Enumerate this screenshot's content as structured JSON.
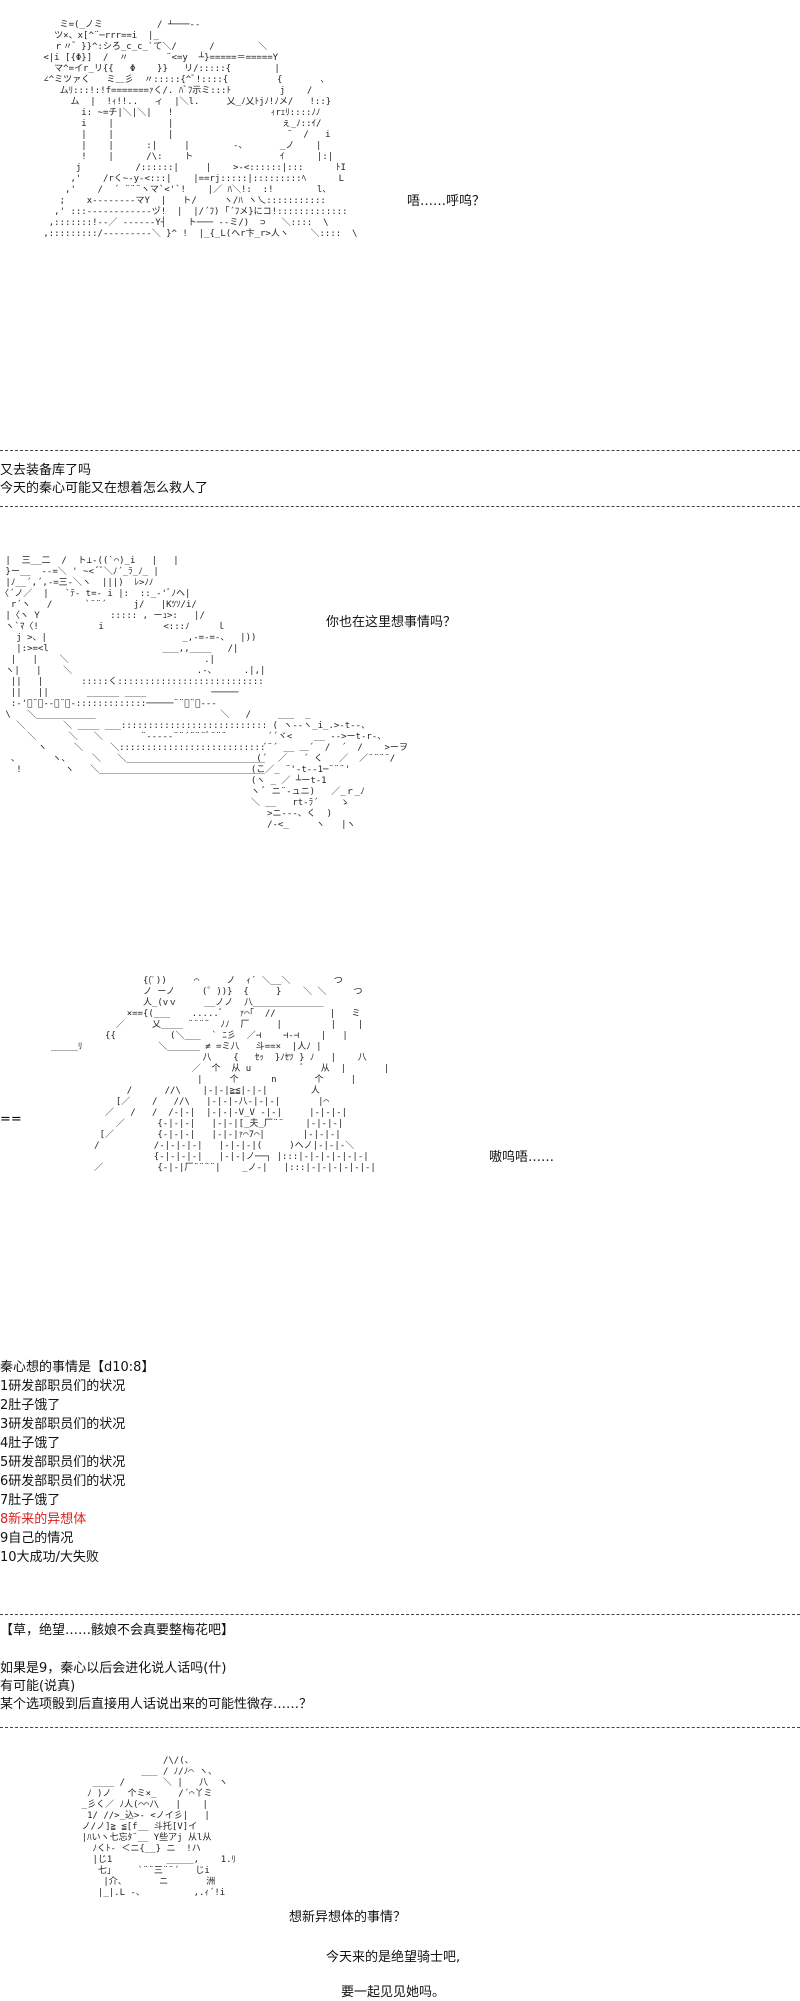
{
  "section1": {
    "art": "           ミ=(_ノミ          / ┴───-- \n          ツ×、x[^¨─rrr==i  |_\n          ｒ〃゛}}^:シろ_c_c_`て＼/      /        ＼\n        <|i [{Φ}]  /  〃       ¨<=y  ┴}=====＝=====Y\n          マ^=イr_リ{{   Φ    }}   リ/:::::{        |         \n        ∠^ミツァく   ミ＿彡  〃:::::{^ﾞ!::::{         {       、\n           ムﾘ:::!:!f=======ｧく/. ﾊﾞﾌ示ミ:::ﾄ         j    /   \n             ム  |  !ｨ!!..   ィ  |＼l.     乂_ﾉ乂ﾄjﾉ!ﾉメ/   !::}\n               i: ~=チ|＼|＼|   !                  ｨrｪﾘ::::ﾉﾉ\n               i    |          |                    ぇ_ﾉ::ｲ/\n               |    |          |                     ¨  /   i\n               |    |      :|     |        -、      _ノ    |\n               !    |      /\\:    ト                ｲ      |:|\n              j          /::::::|     |    >-<::::::|:::      ﾄI\n             ,'    /rく~-y-<:::|    |==rj:::::|:::::::::ﾍ      L\n            ,'    /  ´ ¨¨¨ヽマ`<'`!    |／ ﾊ＼!:  :!        l、\n           ;    x--------マY  |   ト/     ヽ/ﾊ ヽ乀:::::::::::\n          ,' :::------------ヅ!  |  |/´ﾌ) ｢´ﾌメ}にコ!:::::::::::::\n         ,:::::::!--／ ------Y┤    ト─── --ミ/)  ⊃   ＼::::  \\\n        ,:::::::::/---------＼ }^ !  |_{_L(ヘr卞_r>人ヽ    ＼::::  \\",
    "speech": "唔……呼呜？"
  },
  "narration1": [
    "又去装备库了吗",
    "今天的秦心可能又在想着怎么救人了"
  ],
  "section2": {
    "art": " |  三__二  /  ト⊥-((`⌒)_i   |   |\n }ー__  --=＼ ' ~<´ﾞ＼ﾉ´_ﾗ_ﾉ_ |\n |ﾉ__´,´,-=三-＼ヽ  |||)  ﾚ>ﾉﾉ\n〈´ノ／  |   `ﾃ‐ t=‐ i |:  ::_-'ﾞﾉヘ|\n  r´ヽ   /      `¨¨´     j/   |Kﾂｿ/i/\n |〈ヽ Y             ::::: , ーｭ>:   |/\n ヽ`ﾏ〈!           i           <:::ﾉ     ｌ\n   j >、|                         _,-=-=-、  |))\n   |:>=<l                     ___,,____   /|\n  |   |    ＼                         .|          |||\n ヽ|   |    ＼                       .-、     .|,|             \n  ||   |       :::::く:::::::::::::::::::::::::::::::::::::: ´     |_\n  ||   ||       ______ ____            ─────\n  :-'ﾞ¨ﾞ-‐ﾞ¨ﾞ-:::::::::::::─────¨¨ﾞ¨ﾞ-‐-\n \\   ＼___________                       ＼   /\n   ＼       ＼ ____ ___:::::::::::::::::::::::::::::_______\n     ＼      ＼   ＼       ¨-----¨¨´¨¨¨ﾞ¨¨¨       /\n       ヽ     ＼     ＼::::::::::::::::::::::::::::::::::::::::::::/\n  、      ヽ、    ＼   ＼___________________________/\n   !        ヽ   ＼___________________________________/",
    "art_side": "       ___  _\n      ( ヽ--ヽ_i_.>-t--、\n     ´´ヾ<    __ -->ーt-r-、\n    ´¨´ __ ＿´  /  ´  /    >ーヲ\n   (´  ／   ´ く   ／  ／¨¨¨¨/\n  (こ／_ ¨'-t--1─¨¨¨'\n  (ヽ _ ／ ┴ーt-1\n  ヽ ﾞ ニ¨-ュニ)   ／_ｒ_ﾉ\n  ＼ __   rt-ﾗ´    ゝ\n     >ニ---、く  )\n     /-<_     ヽ   |ヽ",
    "speech": "你也在这里想事情吗？"
  },
  "section3": {
    "art": "                   {(ﾟ))     ⌒     ノ  ｨ´ ＼__＼        つ\n                   ノ ーノ     (゜))}  {     }    ＼ ＼     つ\n                   人_(vｖ     __ノノ  八_____________\n                ×=={(___    .....ﾞ   ｧ⌒｢  //          |   ミ\n              ／     乂____ ¨¨¨¨  ﾉﾉ  厂     |         |    |\n            {{          (＼___  ` ﾆ彡  ／⊣    ⊣-⊣    |   |\n  _____ﾘ              ＼______ ≠ =ミ八   斗==×  |人ﾉ |\n                              八    {   ｾｯ  }ﾉｾﾂ } ﾉ   |    八\n                            ／  个  从 u         ﾞ   从  |       |\n                             |     个      n       个     |\n                /      //\\    |-|-|≧≦|-|-|        人\n              [／    /   //\\   |-|-|-八-|-|-|       |⌒\n            ／   /   /  /-|-|  |-|-|-V_V -|-|     |-|-|-|\n              ／      {-|-|-|   |-|-|[_夫_厂¨¨    |-|-|-|\n           [／        {-|-|-|   |-|-|ｧ⌒7⌒|       |-|-|-|\n          /          /-|-|-|-|   |-|-|-|(     )ヘノ|-|-|-＼\n                     {-|-|-|-|   |-|-|ノ──┐ |:::|-|-|-|-|-|-|\n          ／          {-|-|厂¨¨¨¨|    _ノ-|   |:::|-|-|-|-|-|-|",
    "left_mark": "==",
    "speech": "嗷呜唔……"
  },
  "dice": {
    "title": "秦心想的事情是【d10:8】",
    "options": [
      "1研发部职员们的状况",
      "2肚子饿了",
      "3研发部职员们的状况",
      "4肚子饿了",
      "5研发部职员们的状况",
      "6研发部职员们的状况",
      "7肚子饿了",
      "8新来的异想体",
      "9自己的情况",
      "10大成功/大失败"
    ],
    "highlight_index": 7,
    "highlight_color": "#e02020"
  },
  "commentary": {
    "line1": "【草，绝望……骸娘不会真要整梅花吧】",
    "line2": "如果是9，秦心以后会进化说人话吗(什)",
    "line3": "有可能(说真)",
    "line4": "某个选项骰到后直接用人话说出来的可能性微存……？"
  },
  "section4": {
    "art": "                   /\\/(、\n               ___ / ﾉ/ﾉ⌒ ヽ、\n      ____ /       ＼ |   八  ヽ\n     ﾉ )ノ   个ミ×_    /´⌒丫ミ\n    _彡く／ ﾉ人(⌒⌒ﾉ\\   |    |\n     1/ //>_込>- <ノイ彡|   |\n    ノ/ノ]≧ ≦[f__ 斗托[V]イ\n    |ﾊいヽ七忘ﾀ¨__ Y些アj 从l从\n      ﾉくﾄ- ＜ニ{__} ニ  !ハ\n      |じ1          _____,    1.ﾘ\n       七」    `¨¨三¨¨´   じi\n        |介、      ニ       洲\n       |_|.L -、         ,.ｨ´!i",
    "speech_a": "想新异想体的事情？",
    "speech_b": "今天来的是绝望骑士吧,",
    "speech_c": "要一起见见她吗。"
  }
}
